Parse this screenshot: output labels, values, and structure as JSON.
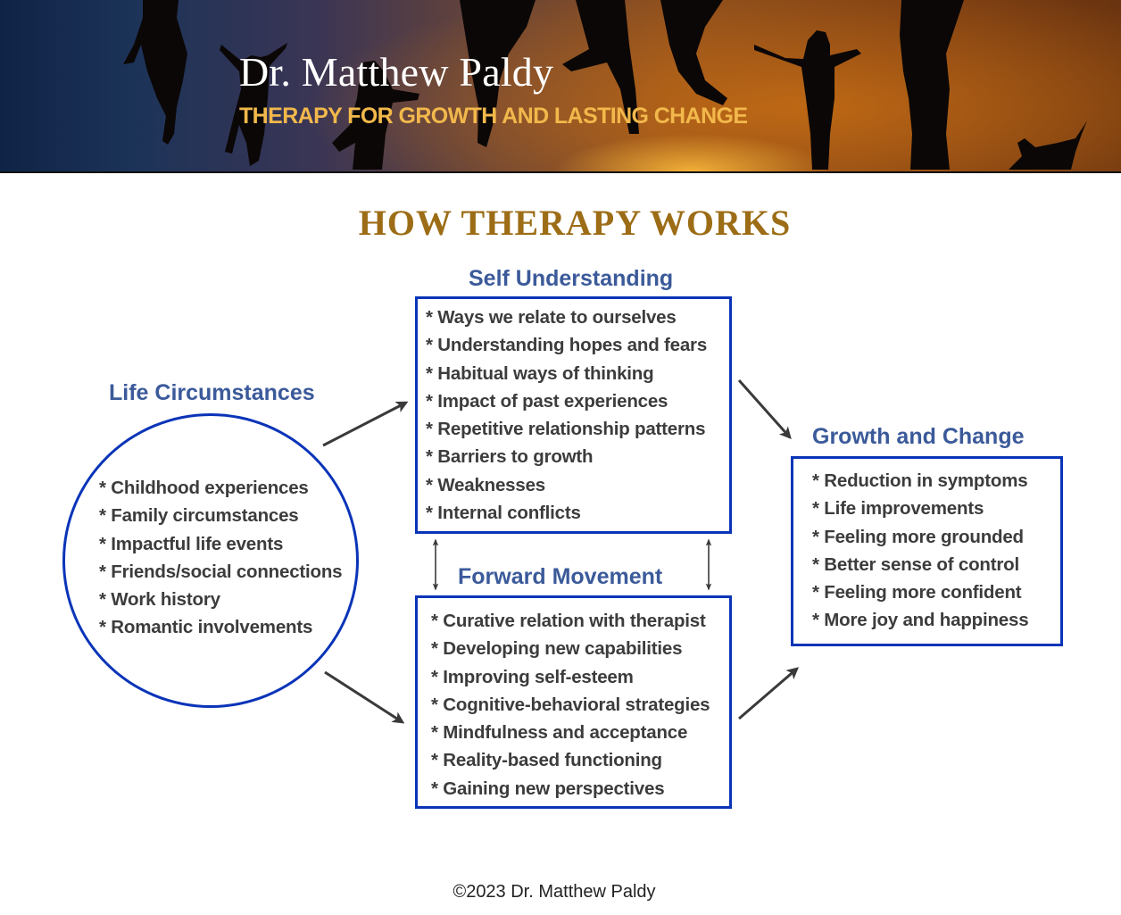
{
  "banner": {
    "title": "Dr. Matthew Paldy",
    "tagline": "THERAPY FOR GROWTH AND LASTING CHANGE",
    "image_description": "silhouettes of people jumping at sunset with a cat"
  },
  "page_heading": "HOW THERAPY WORKS",
  "colors": {
    "heading": "#9c6d16",
    "section_title": "#3b5a9a",
    "border": "#0a34b8",
    "tagline": "#f2b84b",
    "body_text": "#3c3c3c",
    "arrow": "#3a3a3a"
  },
  "diagram": {
    "life_circumstances": {
      "title": "Life Circumstances",
      "items": [
        "* Childhood experiences",
        "* Family circumstances",
        "* Impactful life events",
        "* Friends/social connections",
        "* Work history",
        "* Romantic involvements"
      ]
    },
    "self_understanding": {
      "title": "Self Understanding",
      "items": [
        "* Ways we relate to ourselves",
        "* Understanding hopes and fears",
        "* Habitual ways of thinking",
        "* Impact of past experiences",
        "* Repetitive relationship patterns",
        "* Barriers to growth",
        "* Weaknesses",
        "* Internal conflicts"
      ]
    },
    "forward_movement": {
      "title": "Forward Movement",
      "items": [
        "* Curative relation with therapist",
        "* Developing new capabilities",
        "* Improving self-esteem",
        "* Cognitive-behavioral strategies",
        "* Mindfulness and acceptance",
        "* Reality-based functioning",
        "* Gaining new perspectives"
      ]
    },
    "growth_and_change": {
      "title": "Growth and Change",
      "items": [
        "* Reduction in symptoms",
        "* Life improvements",
        "* Feeling more grounded",
        "* Better sense of control",
        "* Feeling more confident",
        "* More joy and happiness"
      ]
    },
    "connections": [
      {
        "from": "Life Circumstances",
        "to": "Self Understanding",
        "type": "arrow"
      },
      {
        "from": "Life Circumstances",
        "to": "Forward Movement",
        "type": "arrow"
      },
      {
        "from": "Self Understanding",
        "to": "Growth and Change",
        "type": "arrow"
      },
      {
        "from": "Forward Movement",
        "to": "Growth and Change",
        "type": "arrow"
      },
      {
        "from": "Self Understanding",
        "to": "Forward Movement",
        "type": "bidirectional"
      },
      {
        "from": "Self Understanding",
        "to": "Forward Movement",
        "type": "bidirectional"
      }
    ]
  },
  "footer": {
    "copyright": "©2023 Dr. Matthew Paldy"
  }
}
